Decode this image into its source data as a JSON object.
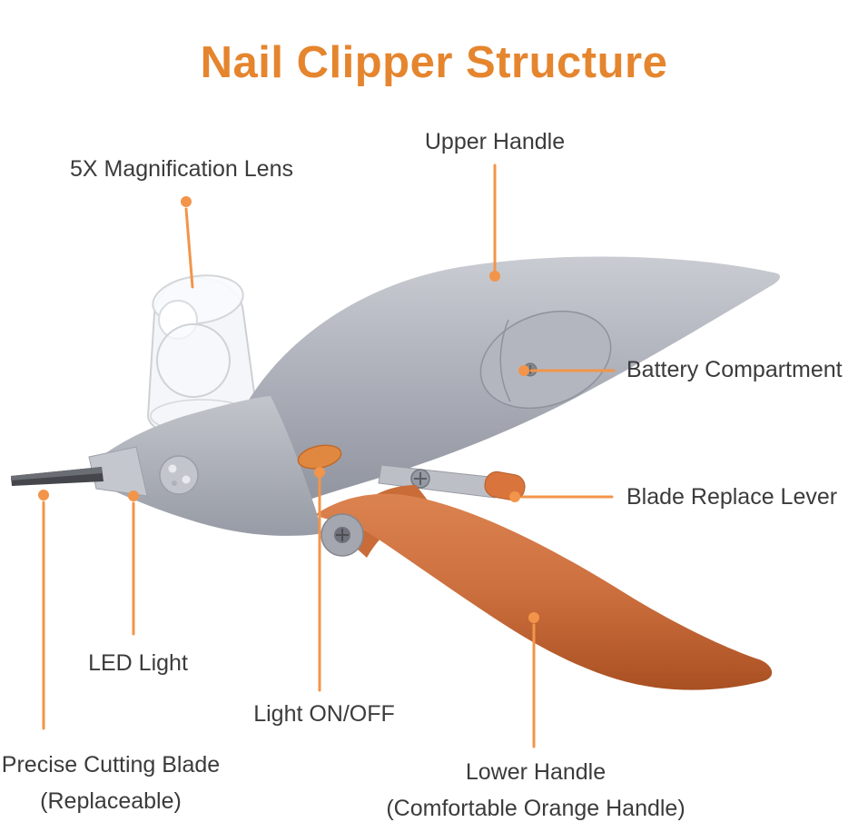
{
  "title": "Nail Clipper Structure",
  "parts": {
    "magnification_lens": {
      "label": "5X Magnification Lens"
    },
    "upper_handle": {
      "label": "Upper Handle"
    },
    "battery_compartment": {
      "label": "Battery Compartment"
    },
    "blade_replace_lever": {
      "label": "Blade Replace Lever"
    },
    "led_light": {
      "label": "LED Light"
    },
    "light_switch": {
      "label": "Light ON/OFF"
    },
    "cutting_blade": {
      "label": "Precise Cutting Blade",
      "sublabel": "(Replaceable)"
    },
    "lower_handle": {
      "label": "Lower Handle",
      "sublabel": "(Comfortable Orange Handle)"
    }
  },
  "colors": {
    "title": "#E5852E",
    "label_text": "#3B3B3B",
    "leader": "#F2954A",
    "body_gray": "#A8ABB5",
    "handle_orange": "#CC6F3E"
  }
}
